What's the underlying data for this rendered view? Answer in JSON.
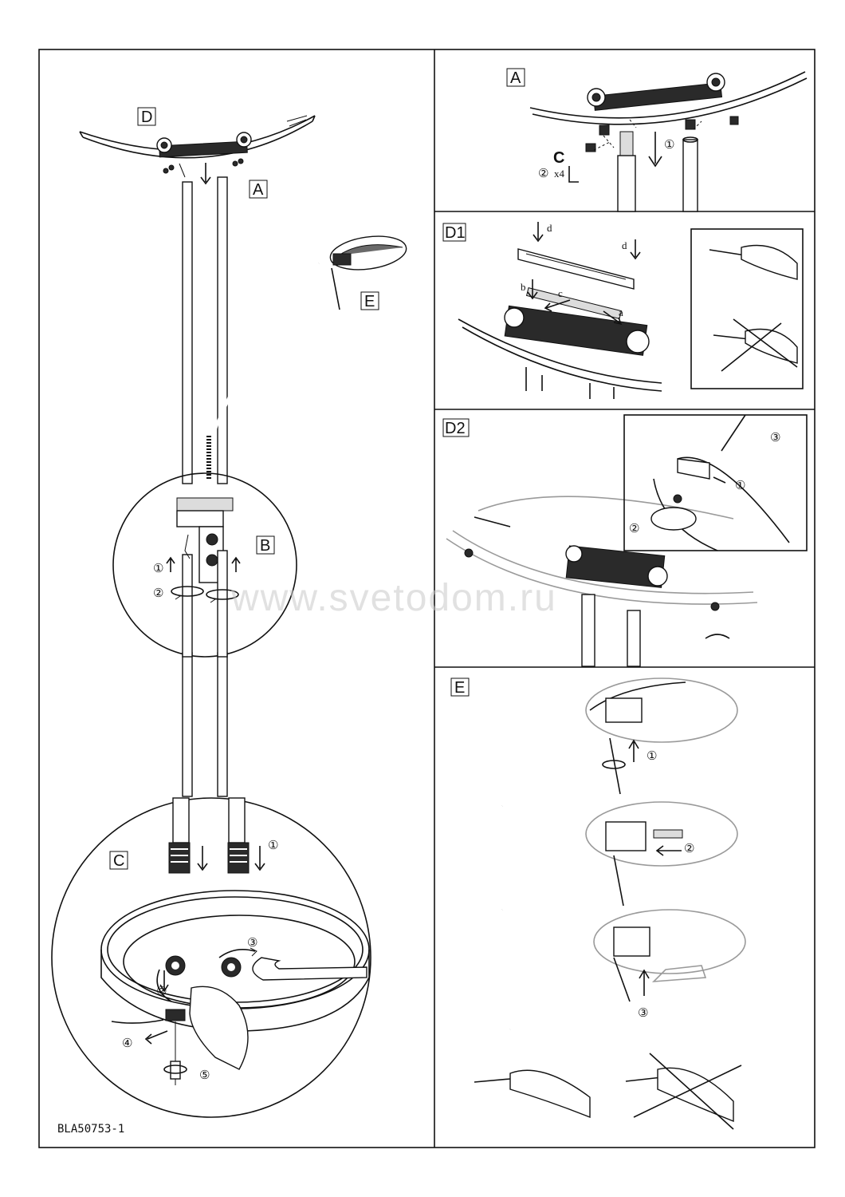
{
  "labels": {
    "A": "A",
    "B": "B",
    "C": "C",
    "D": "D",
    "E": "E",
    "panel_A": "A",
    "panel_D1": "D1",
    "panel_D2": "D2",
    "panel_E": "E"
  },
  "letters": {
    "a": "a",
    "b": "b",
    "c": "c",
    "d": "d"
  },
  "steps": {
    "s1": "①",
    "s2": "②",
    "s3": "③",
    "s4": "④",
    "s5": "⑤"
  },
  "screw_letter": "C",
  "screw_count": "x4",
  "document_code": "BLA50753-1",
  "watermark": "www.svetodom.ru"
}
